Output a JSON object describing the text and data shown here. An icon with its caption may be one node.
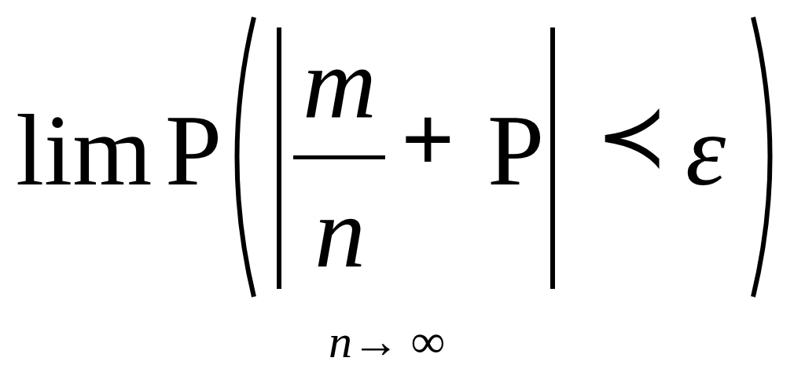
{
  "diagram": {
    "labels": [
      "lim",
      "P",
      "m",
      "n",
      "+",
      "P",
      "≺",
      "ε",
      "n→ ∞"
    ]
  }
}
